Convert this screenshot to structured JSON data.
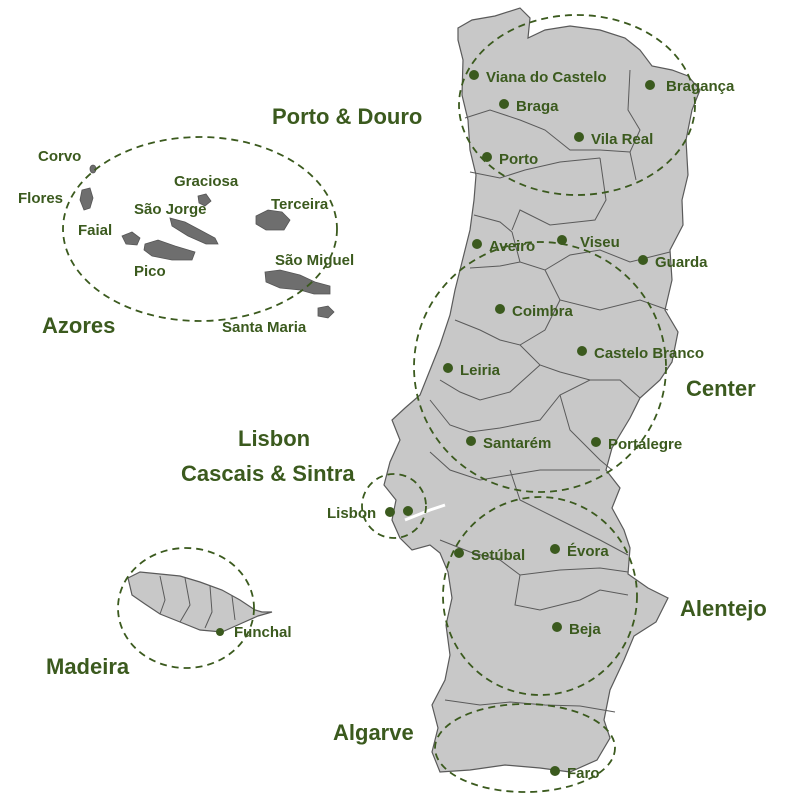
{
  "colors": {
    "label": "#3b5a1e",
    "land": "#c8c8c8",
    "border": "#5a5a5a",
    "island": "#6e6e6e"
  },
  "regions": {
    "porto_douro": "Porto & Douro",
    "azores": "Azores",
    "center": "Center",
    "lisbon_line1": "Lisbon",
    "lisbon_line2": "Cascais & Sintra",
    "madeira": "Madeira",
    "alentejo": "Alentejo",
    "algarve": "Algarve"
  },
  "cities": {
    "viana": "Viana do Castelo",
    "braga": "Braga",
    "braganca": "Bragança",
    "vila_real": "Vila Real",
    "porto": "Porto",
    "aveiro": "Aveiro",
    "viseu": "Viseu",
    "guarda": "Guarda",
    "coimbra": "Coimbra",
    "castelo_branco": "Castelo Branco",
    "leiria": "Leiria",
    "santarem": "Santarém",
    "portalegre": "Portalegre",
    "lisbon": "Lisbon",
    "setubal": "Setúbal",
    "evora": "Évora",
    "beja": "Beja",
    "faro": "Faro",
    "funchal": "Funchal"
  },
  "islands": {
    "corvo": "Corvo",
    "flores": "Flores",
    "faial": "Faial",
    "pico": "Pico",
    "graciosa": "Graciosa",
    "sao_jorge": "São Jorge",
    "terceira": "Terceira",
    "sao_miguel": "São Miguel",
    "santa_maria": "Santa Maria"
  }
}
